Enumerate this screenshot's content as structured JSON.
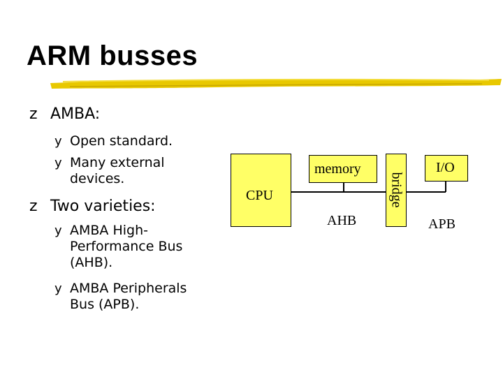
{
  "slide": {
    "title": "ARM busses",
    "bullets": {
      "amba_label": "AMBA:",
      "open_standard": "Open standard.",
      "many_external_line1": "Many external",
      "many_external_line2": "devices.",
      "two_varieties": "Two varieties:",
      "ahb_line1": "AMBA High-",
      "ahb_line2": "Performance Bus",
      "ahb_line3": "(AHB).",
      "apb_line1": "AMBA Peripherals",
      "apb_line2": "Bus (APB)."
    },
    "bullet_marks": {
      "level1": "z",
      "level2": "y"
    }
  },
  "diagram": {
    "cpu_label": "CPU",
    "memory_label": "memory",
    "bridge_label": "bridge",
    "io_label": "I/O",
    "ahb_label": "AHB",
    "apb_label": "APB"
  },
  "colors": {
    "box_fill": "#ffff66",
    "underline": "#e8c800"
  }
}
